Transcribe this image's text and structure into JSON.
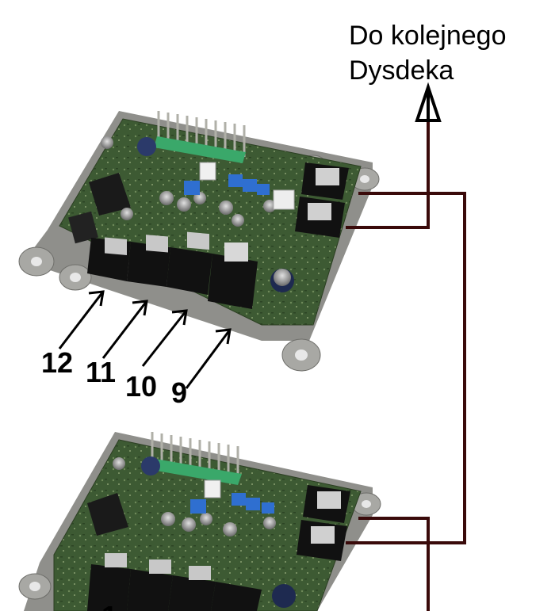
{
  "annotation": {
    "destination_line1": "Do kolejnego",
    "destination_line2": "Dysdeka"
  },
  "port_labels": [
    "12",
    "11",
    "10",
    "9"
  ],
  "colors": {
    "wire": "#3a0a0a",
    "arrow": "#000000",
    "pcb": "#3f5a34",
    "housing": "#9a9a96",
    "connector": "#111111"
  }
}
